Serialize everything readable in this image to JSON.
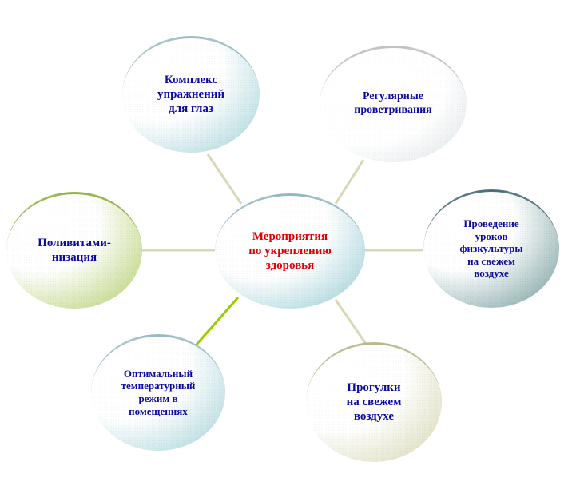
{
  "diagram": {
    "center": {
      "label": "Мероприятия по укреплению здоровья",
      "lines": [
        "Мероприятия",
        "по укреплению",
        "здоровья"
      ],
      "color": "#e00000"
    },
    "nodes": [
      {
        "key": "eye",
        "label": "Комплекс упражнений для глаз",
        "lines": [
          "Комплекс",
          "упражнений",
          "для глаз"
        ]
      },
      {
        "key": "air",
        "label": "Регулярные проветривания",
        "lines": [
          "Регулярные",
          "проветривания"
        ]
      },
      {
        "key": "pe",
        "label": "Проведение уроков физкультуры на свежем воздухе",
        "lines": [
          "Проведение",
          "уроков",
          "физкультуры",
          "на свежем",
          "воздухе"
        ]
      },
      {
        "key": "walk",
        "label": "Прогулки на свежем воздухе",
        "lines": [
          "Прогулки",
          "на свежем",
          "воздухе"
        ]
      },
      {
        "key": "temp",
        "label": "Оптимальный температурный режим в помещениях",
        "lines": [
          "Оптимальный",
          "температурный",
          "режим в",
          "помещениях"
        ]
      },
      {
        "key": "vit",
        "label": "Поливитаминизация",
        "lines": [
          "Поливитами-",
          "низация"
        ]
      }
    ],
    "colors": {
      "label_text": "#0a0aa0",
      "connector": "#d8d8b8",
      "connector_highlight": "#99cc00"
    }
  }
}
